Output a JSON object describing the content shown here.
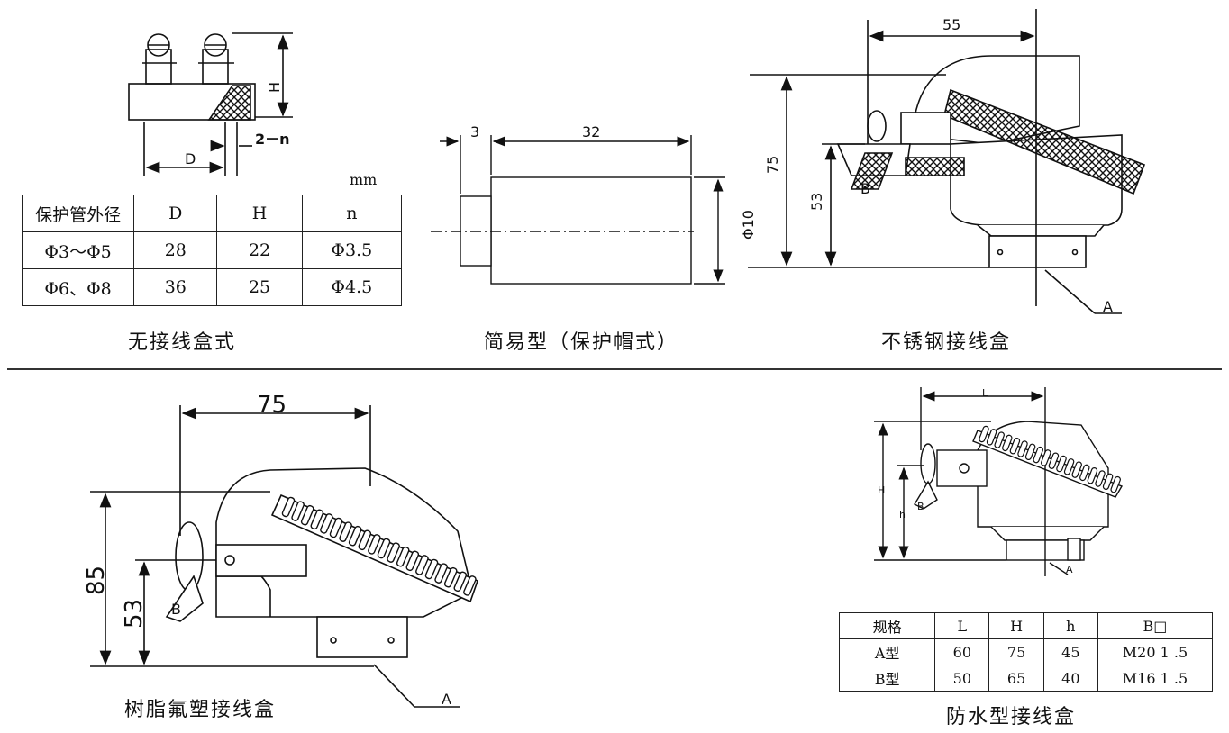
{
  "panels": {
    "no_box": {
      "caption": "无接线盒式",
      "unit": "mm",
      "dims": {
        "H": "H",
        "D": "D",
        "n": "2－n"
      },
      "table": {
        "headers": [
          "保护管外径",
          "D",
          "H",
          "n"
        ],
        "rows": [
          [
            "Φ3～Φ5",
            "28",
            "22",
            "Φ3.5"
          ],
          [
            "Φ6、Φ8",
            "36",
            "25",
            "Φ4.5"
          ]
        ]
      }
    },
    "simple": {
      "caption": "简易型（保护帽式）",
      "dims": {
        "left": "3",
        "length": "32",
        "dia": "Φ10"
      }
    },
    "stainless": {
      "caption": "不锈钢接线盒",
      "dims": {
        "width": "55",
        "height": "75",
        "lower": "53",
        "a": "A",
        "b": "B"
      }
    },
    "resin": {
      "caption": "树脂氟塑接线盒",
      "dims": {
        "width": "75",
        "height": "85",
        "lower": "53",
        "a": "A",
        "b": "B"
      }
    },
    "waterproof": {
      "caption": "防水型接线盒",
      "dims": {
        "L": "L",
        "H": "H",
        "h": "h",
        "a": "A",
        "b": "B"
      },
      "table": {
        "headers": [
          "规格",
          "L",
          "H",
          "h",
          "B□"
        ],
        "rows": [
          [
            "A型",
            "60",
            "75",
            "45",
            "M20 1 .5"
          ],
          [
            "B型",
            "50",
            "65",
            "40",
            "M16 1 .5"
          ]
        ]
      }
    }
  }
}
